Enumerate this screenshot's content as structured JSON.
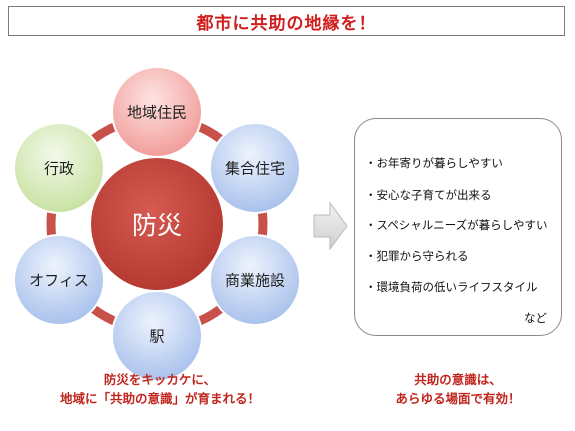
{
  "title": "都市に共助の地縁を！",
  "diagram": {
    "center": "防災",
    "nodes": [
      {
        "label": "地域住民",
        "fill": "#f4aaa8"
      },
      {
        "label": "集合住宅",
        "fill": "#b9cdf0"
      },
      {
        "label": "商業施設",
        "fill": "#b9cdf0"
      },
      {
        "label": "駅",
        "fill": "#b9cdf0"
      },
      {
        "label": "オフィス",
        "fill": "#b9cdf0"
      },
      {
        "label": "行政",
        "fill": "#d5ebb4"
      }
    ]
  },
  "effects": {
    "items": [
      "・お年寄りが暮らしやすい",
      "・安心な子育てが出来る",
      "・スペシャルニーズが暮らしやすい",
      "・犯罪から守られる",
      "・環境負荷の低いライフスタイル"
    ],
    "tail": "など"
  },
  "captions": {
    "left": {
      "line1": "防災をキッカケに、",
      "line2": "地域に「共助の意識」が育まれる！"
    },
    "right": {
      "line1": "共助の意識は、",
      "line2": "あらゆる場面で有効！"
    }
  },
  "colors": {
    "title_text": "#d01e1e",
    "ring": "#c8524a",
    "center_fill": "#c0443c",
    "caption_text": "#c0261e"
  }
}
